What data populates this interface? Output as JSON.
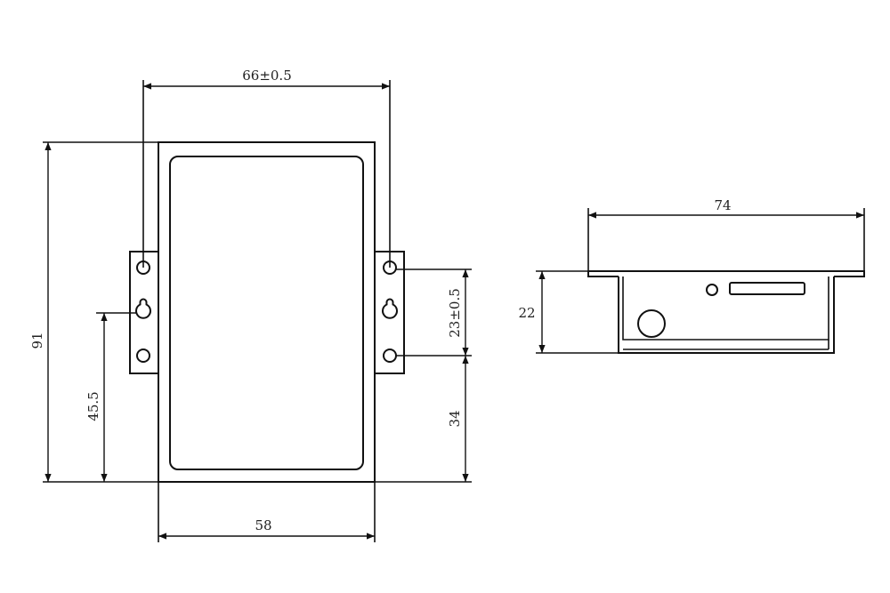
{
  "front_view": {
    "width_label": "58",
    "hole_spacing_label": "66±0.5",
    "height_label": "91",
    "keyhole_height_label": "45.5",
    "hole_pitch_label": "23±0.5",
    "lower_hole_height_label": "34"
  },
  "side_view": {
    "width_label": "74",
    "height_label": "22"
  },
  "colors": {
    "line": "#111111",
    "text": "#222222",
    "background": "#ffffff"
  }
}
